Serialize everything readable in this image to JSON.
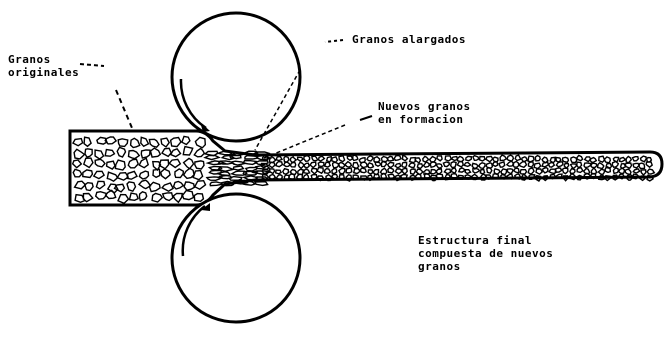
{
  "labels": {
    "original_grains": [
      "Granos",
      "originales"
    ],
    "elongated_grains": "Granos alargados",
    "new_grains_forming": [
      "Nuevos granos",
      "en formacion"
    ],
    "final_structure": [
      "Estructura final",
      "compuesta de nuevos",
      "granos"
    ]
  }
}
